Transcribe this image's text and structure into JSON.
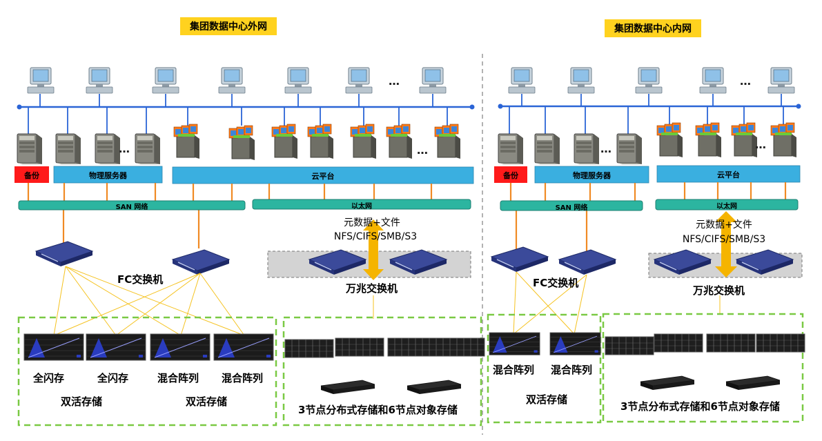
{
  "left": {
    "title": "集团数据中心外网",
    "backup": "备份",
    "physical": "物理服务器",
    "cloud": "云平台",
    "san": "SAN 网络",
    "ethernet": "以太网",
    "protocol_line1": "元数据+文件",
    "protocol_line2": "NFS/CIFS/SMB/S3",
    "fc_switch": "FC交换机",
    "ten_g_switch": "万兆交换机",
    "storage1": "全闪存",
    "storage2": "全闪存",
    "storage3": "混合阵列",
    "storage4": "混合阵列",
    "active_active_1": "双活存储",
    "active_active_2": "双活存储",
    "distributed": "3节点分布式存储和6节点对象存储"
  },
  "right": {
    "title": "集团数据中心内网",
    "backup": "备份",
    "physical": "物理服务器",
    "cloud": "云平台",
    "san": "SAN 网络",
    "ethernet": "以太网",
    "protocol_line1": "元数据+文件",
    "protocol_line2": "NFS/CIFS/SMB/S3",
    "fc_switch": "FC交换机",
    "ten_g_switch": "万兆交换机",
    "storage1": "混合阵列",
    "storage2": "混合阵列",
    "active_active": "双活存储",
    "distributed": "3节点分布式存储和6节点对象存储"
  },
  "ellipsis": "…",
  "colors": {
    "title_bg": "#ffd21f",
    "bar_blue": "#3aafe0",
    "bar_teal": "#2cb5a0",
    "backup_red": "#ff1a1a",
    "link_orange": "#f08a24",
    "fc_yellow": "#f5c21f",
    "lan_blue": "#2a64d6",
    "green_dash": "#7ac943"
  }
}
